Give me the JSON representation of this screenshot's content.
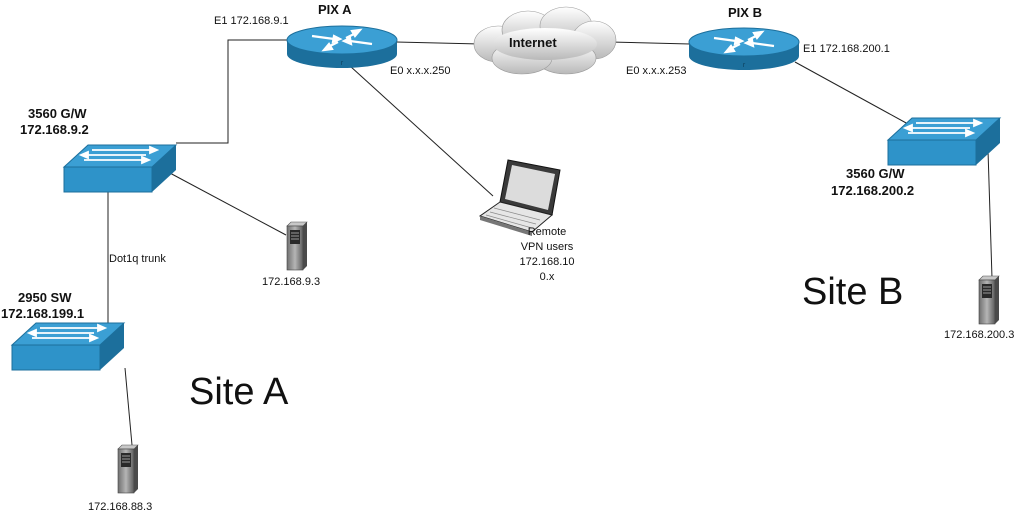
{
  "diagram": {
    "pix_a": {
      "name": "PIX A",
      "e1": "E1 172.168.9.1",
      "e0": "E0 x.x.x.250"
    },
    "pix_b": {
      "name": "PIX B",
      "e1": "E1 172.168.200.1",
      "e0": "E0 x.x.x.253"
    },
    "internet": {
      "label": "Internet"
    },
    "switch_a": {
      "line1": "3560 G/W",
      "line2": "172.168.9.2"
    },
    "switch_a2": {
      "line1": "2950 SW",
      "line2": "172.168.199.1"
    },
    "switch_b": {
      "line1": "3560 G/W",
      "line2": "172.168.200.2"
    },
    "trunk": {
      "label": "Dot1q trunk"
    },
    "server_a1": {
      "label": "172.168.9.3"
    },
    "server_a2": {
      "label": "172.168.88.3"
    },
    "server_b": {
      "label": "172.168.200.3"
    },
    "remote": {
      "line1": "Remote",
      "line2": "VPN users",
      "line3": "172.168.10",
      "line4": "0.x"
    },
    "site_a": {
      "label": "Site A"
    },
    "site_b": {
      "label": "Site B"
    },
    "colors": {
      "device_blue": "#2e93c9",
      "device_dark": "#1c6f9c",
      "device_light": "#63b8e2",
      "server_grey": "#8a8a8a",
      "link": "#222222"
    }
  }
}
